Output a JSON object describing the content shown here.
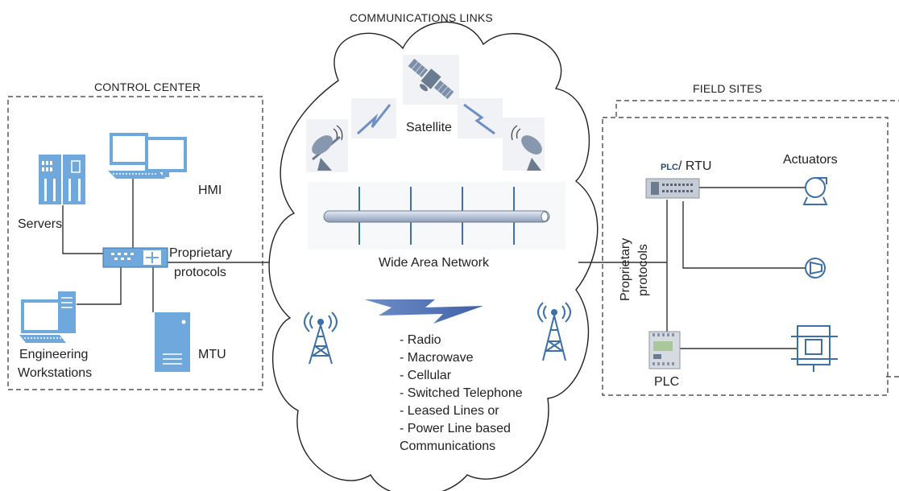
{
  "titles": {
    "communications_links": "COMMUNICATIONS LINKS",
    "control_center": "CONTROL CENTER",
    "field_sites": "FIELD SITES"
  },
  "control_center": {
    "servers": "Servers",
    "hmi": "HMI",
    "engineering_line1": "Engineering",
    "engineering_line2": "Workstations",
    "mtu": "MTU",
    "proprietary_line1": "Proprietary",
    "proprietary_line2": "protocols"
  },
  "cloud": {
    "satellite": "Satellite",
    "wan": "Wide Area Network",
    "media": [
      "- Radio",
      "- Macrowave",
      "- Cellular",
      "- Switched Telephone",
      "- Leased Lines or",
      "- Power Line based"
    ],
    "media_last": "Communications"
  },
  "field_sites": {
    "plc_rtu": "/ RTU",
    "plc_badge": "PLC",
    "actuators": "Actuators",
    "plc": "PLC",
    "proprietary_line1": "Proprietary",
    "proprietary_line2": "protocols"
  },
  "colors": {
    "device_blue": "#6fa8dc",
    "device_dark": "#3d6fa8",
    "line": "#222222",
    "cloud_stroke": "#222222"
  }
}
